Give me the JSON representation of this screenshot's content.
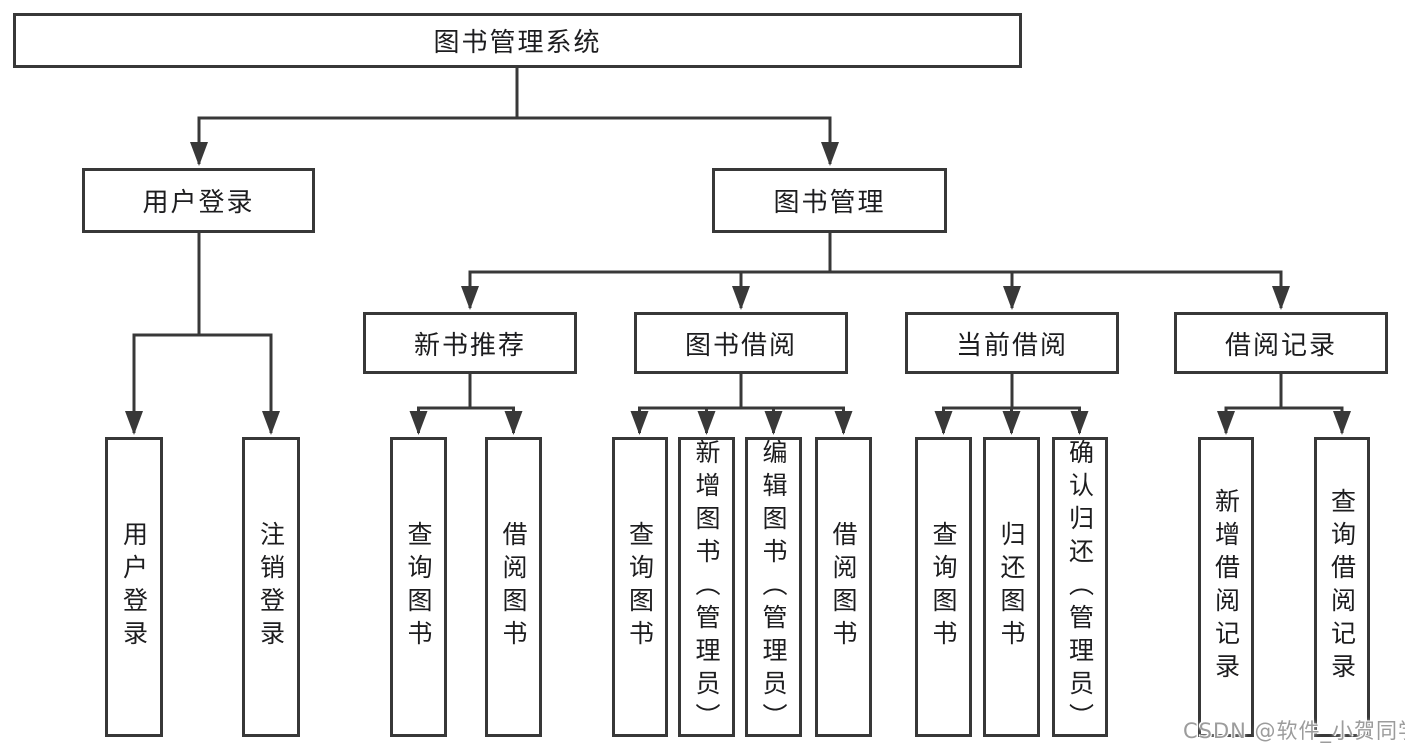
{
  "tree": {
    "label": "图书管理系统",
    "children": [
      {
        "label": "用户登录",
        "children": [
          {
            "label": "用户登录"
          },
          {
            "label": "注销登录"
          }
        ]
      },
      {
        "label": "图书管理",
        "children": [
          {
            "label": "新书推荐",
            "children": [
              {
                "label": "查询图书"
              },
              {
                "label": "借阅图书"
              }
            ]
          },
          {
            "label": "图书借阅",
            "children": [
              {
                "label": "查询图书"
              },
              {
                "label": "新增图书（管理员）"
              },
              {
                "label": "编辑图书（管理员）"
              },
              {
                "label": "借阅图书"
              }
            ]
          },
          {
            "label": "当前借阅",
            "children": [
              {
                "label": "查询图书"
              },
              {
                "label": "归还图书"
              },
              {
                "label": "确认归还（管理员）"
              }
            ]
          },
          {
            "label": "借阅记录",
            "children": [
              {
                "label": "新增借阅记录"
              },
              {
                "label": "查询借阅记录"
              }
            ]
          }
        ]
      }
    ]
  },
  "watermark": {
    "text": "CSDN @软件_小贺同学"
  },
  "colors": {
    "line": "#383838",
    "box_border": "#383838",
    "text": "#1d1d1f",
    "watermark": "#9c9c9c",
    "background": "#ffffff"
  }
}
